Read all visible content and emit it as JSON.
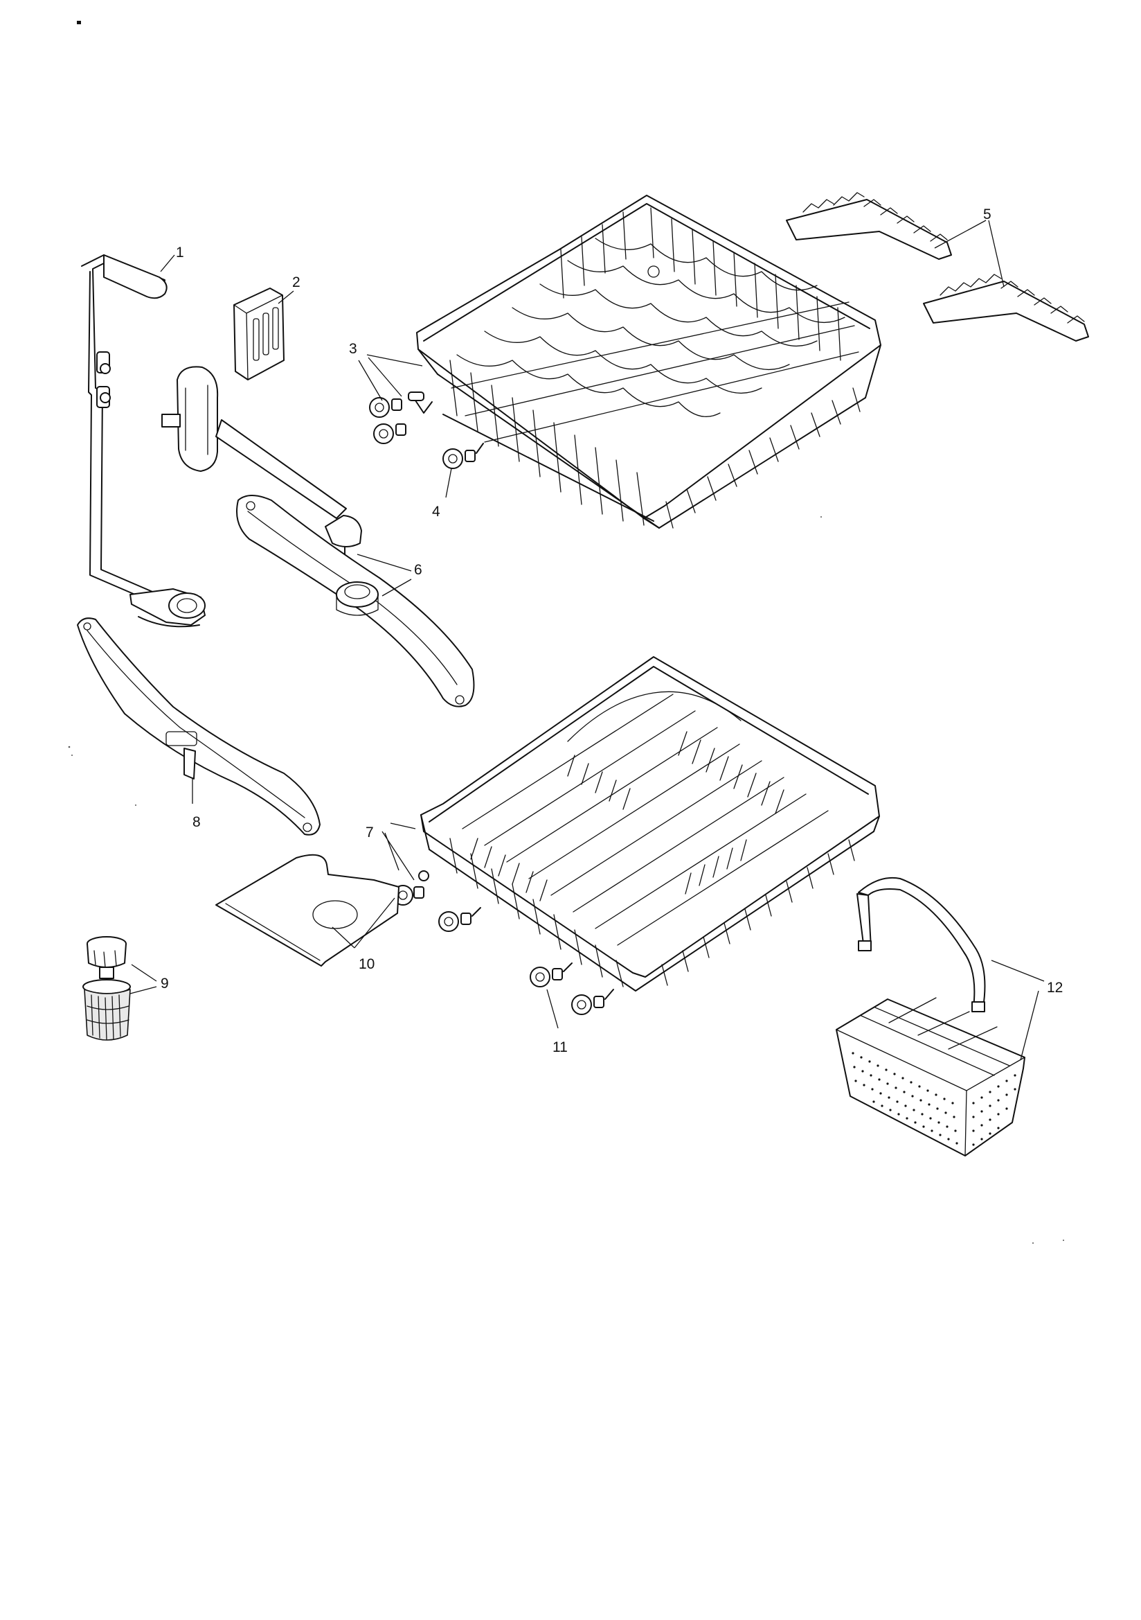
{
  "diagram": {
    "callouts": [
      {
        "id": "1",
        "text": "1"
      },
      {
        "id": "2",
        "text": "2"
      },
      {
        "id": "3",
        "text": "3"
      },
      {
        "id": "4",
        "text": "4"
      },
      {
        "id": "5",
        "text": "5"
      },
      {
        "id": "6",
        "text": "6"
      },
      {
        "id": "7",
        "text": "7"
      },
      {
        "id": "8",
        "text": "8"
      },
      {
        "id": "9",
        "text": "9"
      },
      {
        "id": "10",
        "text": "10"
      },
      {
        "id": "11",
        "text": "11"
      },
      {
        "id": "12",
        "text": "12"
      }
    ]
  },
  "colors": {
    "ink": "#111111",
    "paper": "#ffffff",
    "shade": "#e9e9e9"
  }
}
